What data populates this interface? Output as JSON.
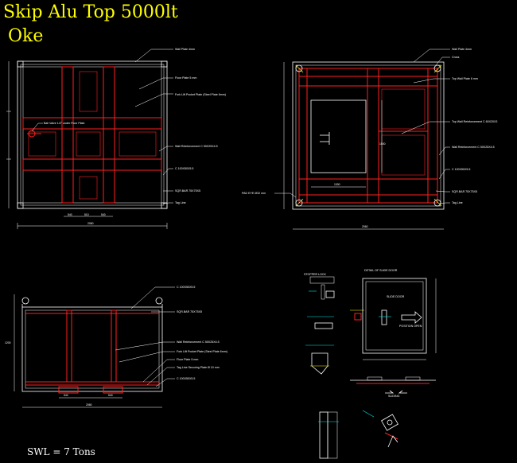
{
  "title": {
    "line1": "Skip Alu Top 5000lt",
    "line2": "Oke"
  },
  "swl": "SWL = 7 Tons",
  "colors": {
    "background": "#000000",
    "frame": "#ffffff",
    "stiffener": "#ff2020",
    "title": "#ffff00",
    "detail": "#00e5e5"
  },
  "view1": {
    "labels": [
      "Wall Plate 4mm",
      "Floor Plate 5 mm",
      "Fork Lift Pocket Plate (Steel Plate 6mm)",
      "Ball Valve 1/2\" under Floor Plate",
      "Wall Reinforcement C 50X25X4.5",
      "C 100X50X5.5",
      "SQR.BAR 75X75X5",
      "Tag Line"
    ],
    "dims": [
      "2060",
      "540",
      "510",
      "540"
    ]
  },
  "view2": {
    "labels": [
      "Wall Plate 4mm",
      "Cross",
      "Top Wall Plate 6 mm",
      "Top Wall Reinforcement C 60X20X3",
      "Wall Reinforcement C 50X25X4.5",
      "C 100X50X5.5",
      "SQR.BAR 75X75X5",
      "Tag Line",
      "PAD EYE Ø32 mm"
    ],
    "dims": [
      "2060",
      "1500",
      "1300"
    ]
  },
  "view3": {
    "labels": [
      "C 100X50X5.5",
      "SQR.BAR 75X75X5",
      "Wall Reinforcement C 50X25X4.5",
      "Fork Lift Pocket Plate (Steel Plate 6mm)",
      "Floor Plate 5 mm",
      "Tag Line Securing Plate Ø 10 mm",
      "C 100X50X5.5"
    ],
    "dims": [
      "2060",
      "540",
      "540",
      "1200"
    ]
  },
  "details": {
    "title": "DETAIL OF SLIDE DOOR",
    "labels": [
      "STOPPER LOCK",
      "SLIDE DOOR",
      "POSITION OPEN",
      "SLIDING"
    ]
  }
}
